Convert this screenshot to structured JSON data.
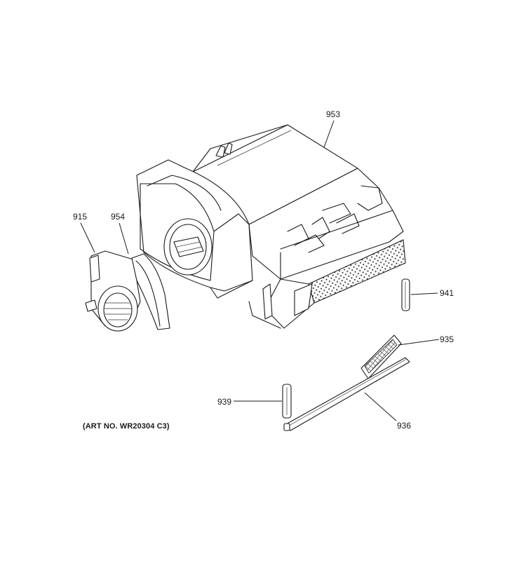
{
  "labels": {
    "p953": "953",
    "p915": "915",
    "p954": "954",
    "p941": "941",
    "p935": "935",
    "p939": "939",
    "p936": "936"
  },
  "art_number": "(ART NO. WR20304 C3)"
}
